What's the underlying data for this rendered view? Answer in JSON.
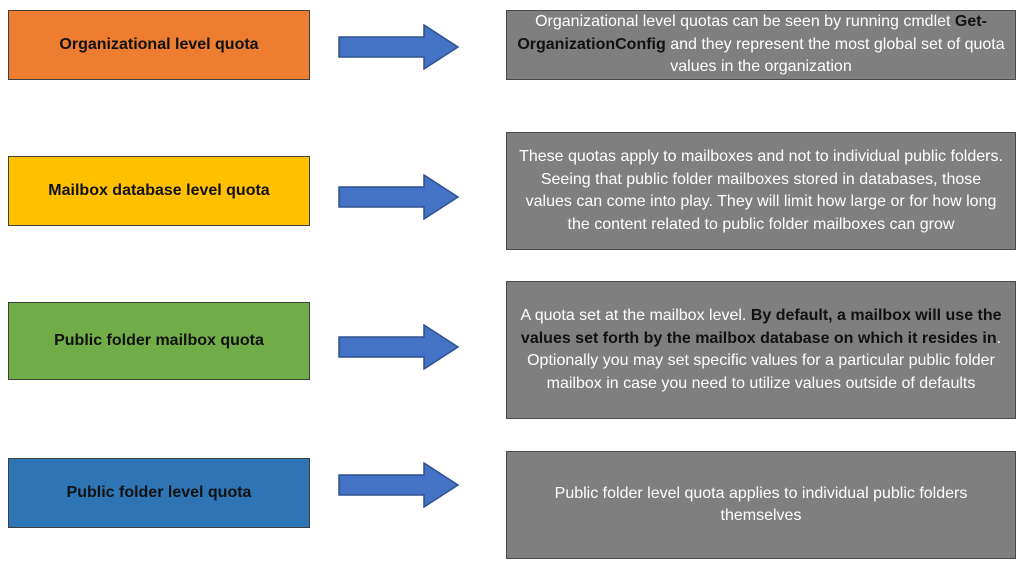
{
  "colors": {
    "orange": "#ed7d31",
    "yellow": "#ffc000",
    "green": "#70ad47",
    "blue": "#2e75b6",
    "arrow": "#4472c4",
    "description_bg": "#7f7f7f"
  },
  "rows": [
    {
      "label": "Organizational level quota",
      "desc": {
        "p1": "Organizational level quotas can be seen by running cmdlet ",
        "b1": "Get-OrganizationConfig",
        "p2": " and they represent the most global set of quota values in the organization"
      }
    },
    {
      "label": "Mailbox database level quota",
      "desc": {
        "p1": "These quotas apply to mailboxes and not to individual public folders. Seeing that public folder mailboxes stored in databases, those values can come into play. They will limit how large or for how long the content related to public folder mailboxes can grow"
      }
    },
    {
      "label": "Public folder mailbox quota",
      "desc": {
        "p1": "A quota set at the mailbox level. ",
        "b1": "By default, a mailbox will use the values set forth by the mailbox database on which it resides in",
        "p2": ". Optionally you may set specific values for a particular public folder mailbox in case you need to utilize values outside of defaults"
      }
    },
    {
      "label": "Public folder level quota",
      "desc": {
        "p1": "Public folder level quota applies to individual public folders themselves"
      }
    }
  ]
}
